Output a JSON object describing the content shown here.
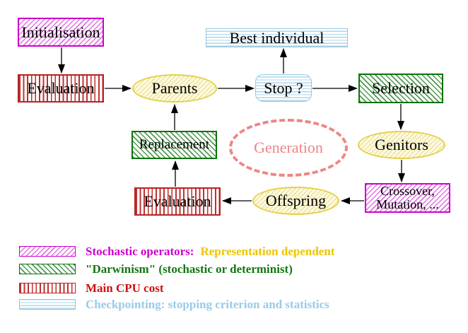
{
  "diagram": {
    "nodes": {
      "initialisation": {
        "label": "Initialisation",
        "shape": "rect",
        "style": "magenta-diagonal-hatch"
      },
      "evaluation_top": {
        "label": "Evaluation",
        "shape": "rect",
        "style": "red-vertical-stripes"
      },
      "best_individual": {
        "label": "Best individual",
        "shape": "rect",
        "style": "cyan-horizontal-stripes"
      },
      "parents": {
        "label": "Parents",
        "shape": "ellipse",
        "style": "yellow-diagonal-hatch"
      },
      "stop": {
        "label": "Stop ?",
        "shape": "rounded-rect",
        "style": "cyan-horizontal-stripes"
      },
      "selection": {
        "label": "Selection",
        "shape": "rect",
        "style": "green-diagonal-hatch"
      },
      "replacement": {
        "label": "Replacement",
        "shape": "rect",
        "style": "green-diagonal-hatch"
      },
      "generation": {
        "label": "Generation",
        "shape": "dashed-ellipse",
        "style": "salmon-dashed"
      },
      "genitors": {
        "label": "Genitors",
        "shape": "ellipse",
        "style": "yellow-diagonal-hatch"
      },
      "crossover_mutation": {
        "label_line1": "Crossover,",
        "label_line2": "Mutation, ...",
        "shape": "rect",
        "style": "magenta-diagonal-hatch"
      },
      "evaluation_bottom": {
        "label": "Evaluation",
        "shape": "rect",
        "style": "red-vertical-stripes"
      },
      "offspring": {
        "label": "Offspring",
        "shape": "ellipse",
        "style": "yellow-diagonal-hatch"
      }
    },
    "edges": [
      {
        "from": "initialisation",
        "to": "evaluation_top"
      },
      {
        "from": "evaluation_top",
        "to": "parents"
      },
      {
        "from": "parents",
        "to": "stop"
      },
      {
        "from": "stop",
        "to": "best_individual"
      },
      {
        "from": "stop",
        "to": "selection"
      },
      {
        "from": "selection",
        "to": "genitors"
      },
      {
        "from": "genitors",
        "to": "crossover_mutation"
      },
      {
        "from": "crossover_mutation",
        "to": "offspring"
      },
      {
        "from": "offspring",
        "to": "evaluation_bottom"
      },
      {
        "from": "evaluation_bottom",
        "to": "replacement"
      },
      {
        "from": "replacement",
        "to": "parents"
      }
    ],
    "colors": {
      "magenta": "#cc00cc",
      "green": "#117711",
      "red": "#bb2222",
      "light_blue": "#9cc8e0",
      "yellow_border": "#e4d04a",
      "gold_text": "#edc500",
      "salmon": "#ef8585",
      "black": "#000000"
    }
  },
  "legend": {
    "items": [
      {
        "swatch": "magenta-diagonal-hatch",
        "text": "Stochastic operators:",
        "text2": "Representation dependent",
        "color": "#cc00cc",
        "color2": "#edc500"
      },
      {
        "swatch": "green-diagonal-hatch",
        "text": "\"Darwinism\" (stochastic or determinist)",
        "color": "#117711"
      },
      {
        "swatch": "red-vertical-stripes",
        "text": "Main CPU cost",
        "color": "#cc1111"
      },
      {
        "swatch": "cyan-horizontal-stripes",
        "text": "Checkpointing: stopping criterion and statistics",
        "color": "#99cbe8"
      }
    ]
  }
}
